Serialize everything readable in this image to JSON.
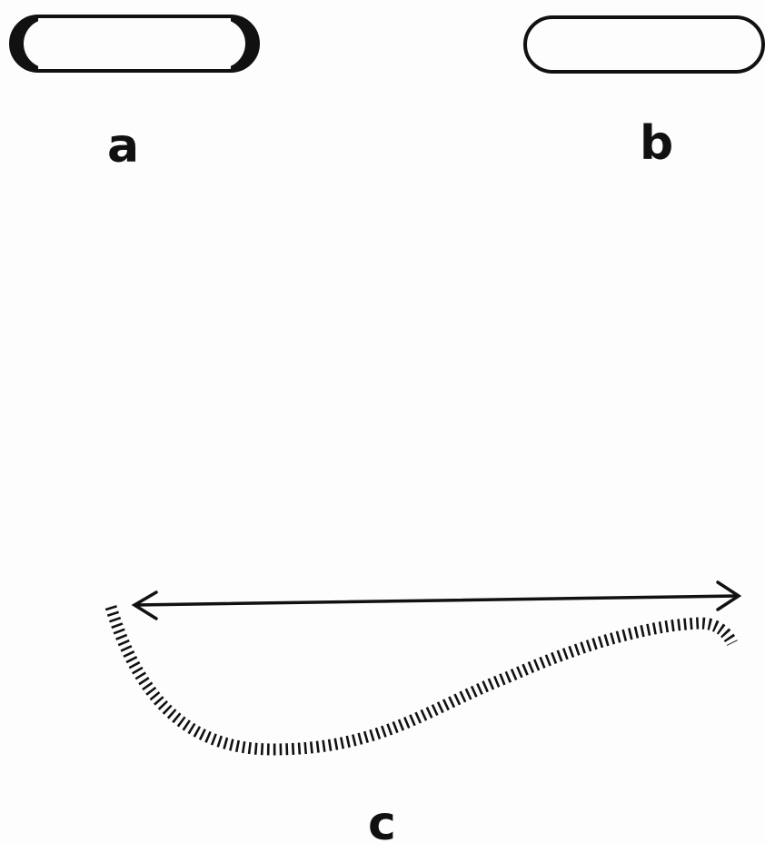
{
  "figure": {
    "panels": [
      {
        "id": "a",
        "label": "a",
        "shape": "rod-shaped cell with dark polar caps at both ends"
      },
      {
        "id": "b",
        "label": "b",
        "shape": "rod-shaped cell, plain outline"
      },
      {
        "id": "c",
        "label": "c",
        "shape": "wavy segmented filament with double-headed arrow above"
      }
    ],
    "colors": {
      "ink": "#111111",
      "background": "#fdfdfd"
    }
  }
}
